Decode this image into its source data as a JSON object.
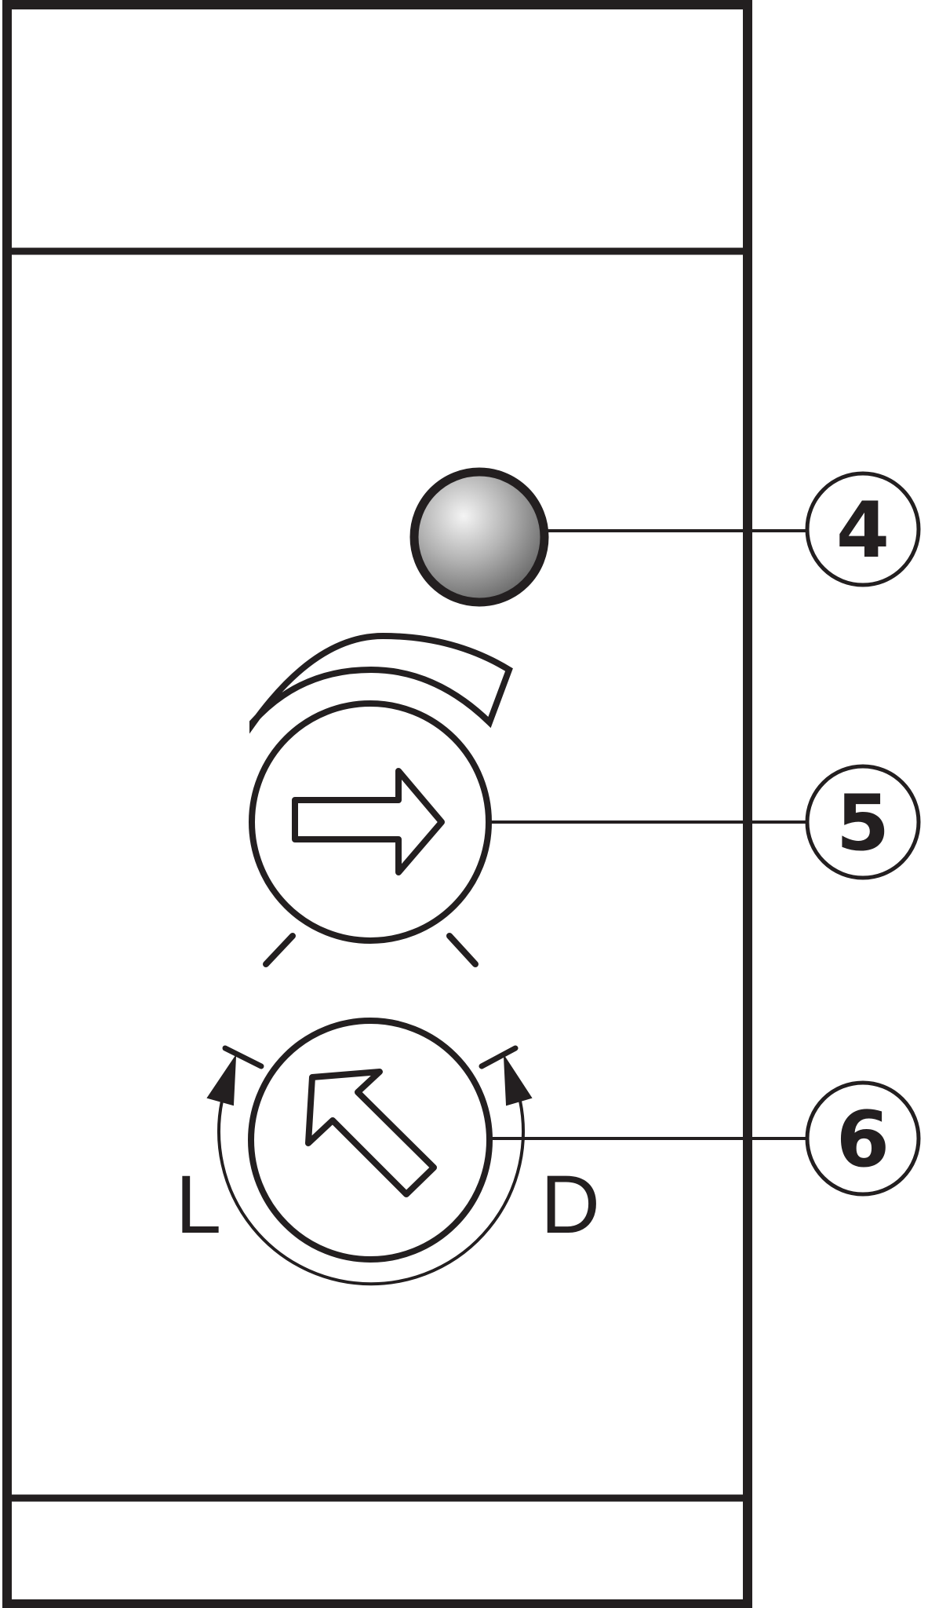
{
  "diagram": {
    "callouts": [
      {
        "id": "4",
        "label": "4",
        "target": "indicator-led"
      },
      {
        "id": "5",
        "label": "5",
        "target": "time-setting-knob"
      },
      {
        "id": "6",
        "label": "6",
        "target": "function-selector-knob"
      }
    ],
    "selector_directions": {
      "left": "L",
      "right": "D"
    },
    "colors": {
      "stroke": "#231f20",
      "background": "#ffffff",
      "led_highlight": "#f4f4f4",
      "led_shadow": "#5c5c5c"
    }
  }
}
